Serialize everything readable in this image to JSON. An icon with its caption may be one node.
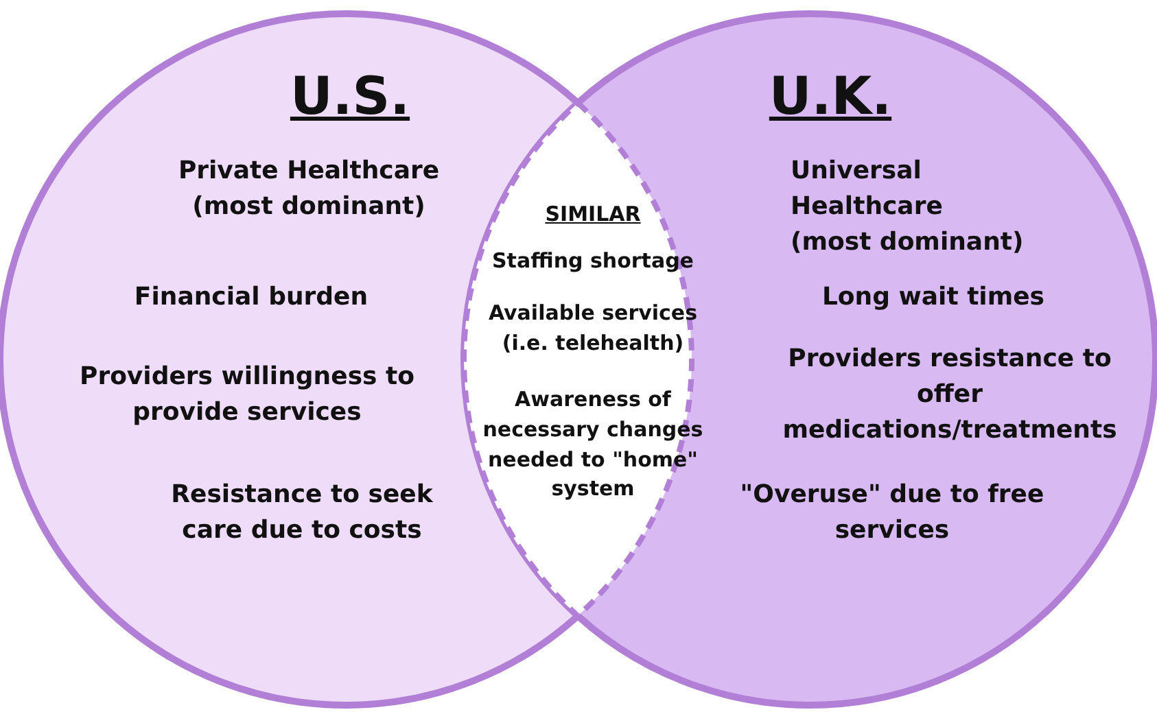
{
  "diagram": {
    "nodes": [
      {
        "text": [
          "U.S.",
          "Private Healthcare (most dominant)",
          "Financial burden",
          "Providers willingness to provide services",
          "Resistance to seek care due to costs"
        ]
      },
      {
        "text": [
          "U.K.",
          "Universal Healthcare (most dominant)",
          "Long wait times",
          "Providers resistance to offer medications/treatments",
          "\"Overuse\" due to free services"
        ]
      },
      {
        "text": [
          "SIMILAR",
          "Staffing shortage",
          "Available services (i.e. telehealth)",
          "Awareness of necessary changes needed to \"home\" system"
        ]
      }
    ]
  }
}
